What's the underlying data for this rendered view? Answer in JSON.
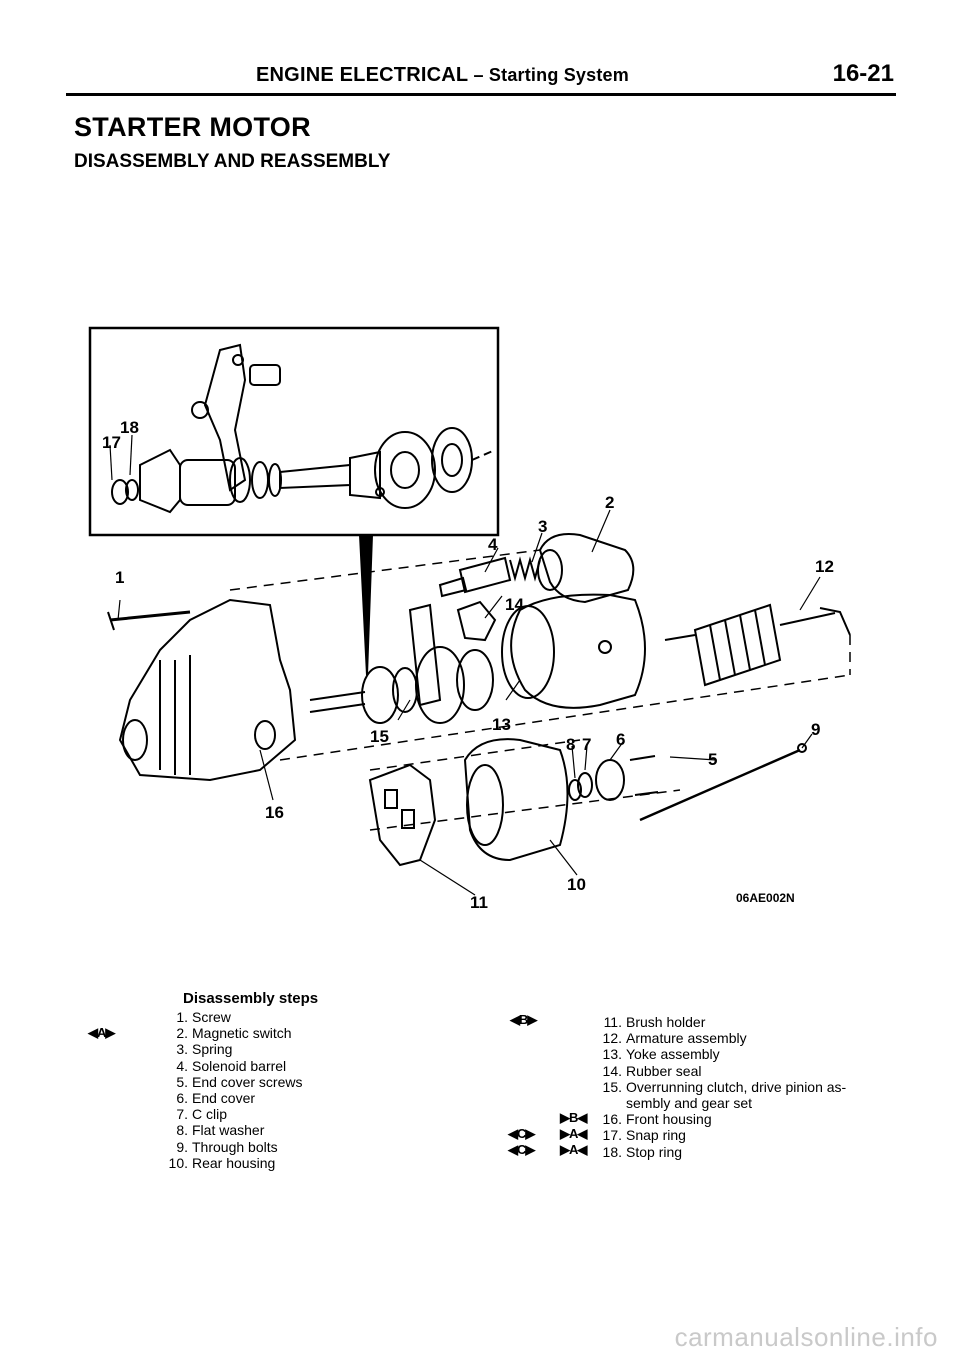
{
  "header": {
    "section": "ENGINE ELECTRICAL",
    "dash": " – ",
    "subsection": "Starting System",
    "page": "16-21"
  },
  "title": "STARTER MOTOR",
  "subtitle": "DISASSEMBLY AND REASSEMBLY",
  "diagram": {
    "labels": [
      "1",
      "2",
      "3",
      "4",
      "5",
      "6",
      "7",
      "8",
      "9",
      "10",
      "11",
      "12",
      "13",
      "14",
      "15",
      "16",
      "17",
      "18"
    ],
    "figure_code": "06AE002N"
  },
  "steps_title": "Disassembly steps",
  "steps_left": [
    {
      "num": "1.",
      "text": "Screw"
    },
    {
      "num": "2.",
      "text": "Magnetic switch"
    },
    {
      "num": "3.",
      "text": "Spring"
    },
    {
      "num": "4.",
      "text": "Solenoid barrel"
    },
    {
      "num": "5.",
      "text": "End cover screws"
    },
    {
      "num": "6.",
      "text": "End cover"
    },
    {
      "num": "7.",
      "text": "C clip"
    },
    {
      "num": "8.",
      "text": "Flat washer"
    },
    {
      "num": "9.",
      "text": "Through bolts"
    },
    {
      "num": "10.",
      "text": "Rear housing"
    }
  ],
  "steps_right": [
    {
      "num": "11.",
      "text": "Brush holder"
    },
    {
      "num": "12.",
      "text": "Armature assembly"
    },
    {
      "num": "13.",
      "text": "Yoke assembly"
    },
    {
      "num": "14.",
      "text": "Rubber seal"
    },
    {
      "num": "15.",
      "text": "Overrunning clutch, drive pinion as-"
    },
    {
      "num": "",
      "text": "sembly and gear set"
    },
    {
      "num": "16.",
      "text": "Front housing"
    },
    {
      "num": "17.",
      "text": "Snap ring"
    },
    {
      "num": "18.",
      "text": "Stop ring"
    }
  ],
  "marks": {
    "a": "◀A▶",
    "b": "◀B▶",
    "b_in": "▶B◀",
    "c_out_17": "◀C▶",
    "a_in_17": "▶A◀",
    "c_out_18": "◀C▶",
    "a_in_18": "▶A◀"
  },
  "watermark": "carmanualsonline.info"
}
